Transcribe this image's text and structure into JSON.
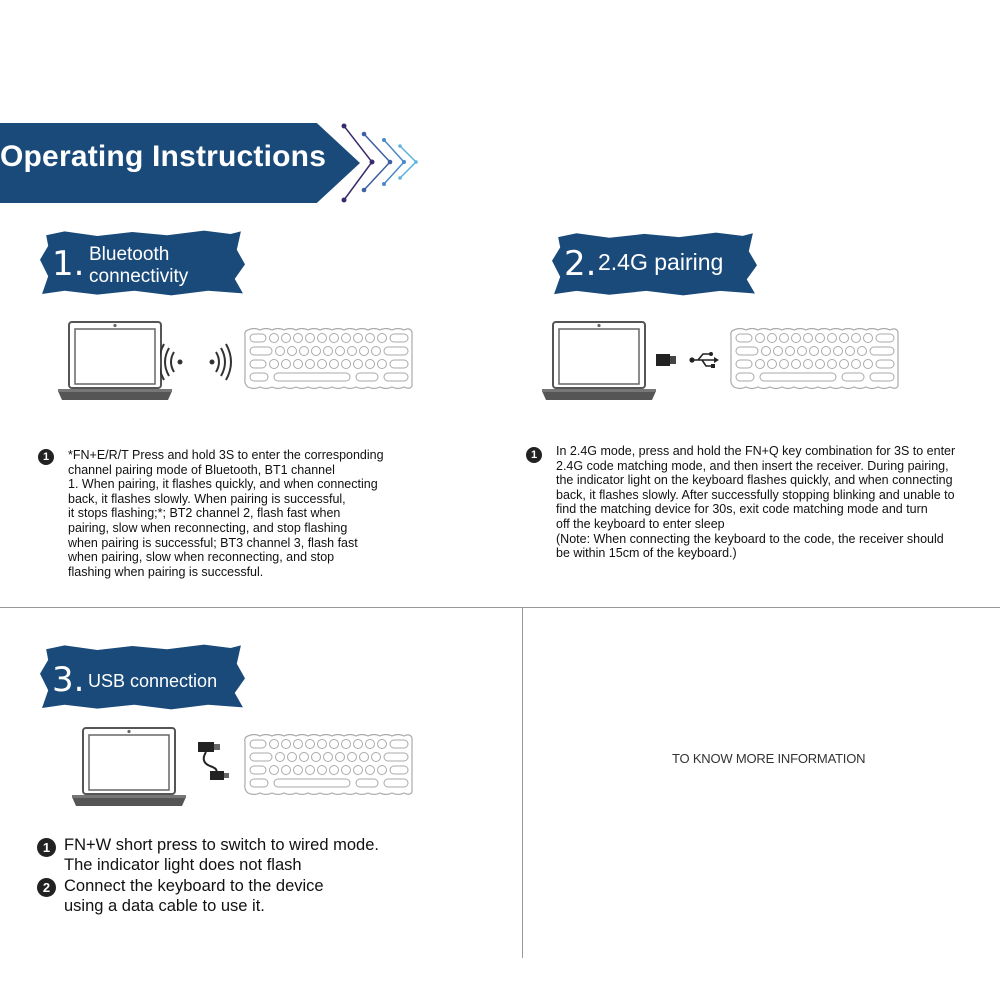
{
  "header": {
    "title": "Operating Instructions"
  },
  "sections": [
    {
      "number": "1.",
      "label_line1": "Bluetooth",
      "label_line2": "connectivity",
      "step_number": "1",
      "instructions": [
        "*FN+E/R/T Press and hold 3S to enter the corresponding",
        "channel pairing mode of Bluetooth, BT1 channel",
        "1. When pairing, it flashes quickly, and when connecting",
        "back, it flashes slowly. When pairing is successful,",
        "it stops flashing;*; BT2 channel 2, flash fast when",
        "pairing, slow when reconnecting, and stop flashing",
        "when pairing is successful; BT3 channel 3, flash fast",
        "when pairing, slow when reconnecting, and stop",
        "flashing when pairing is successful."
      ]
    },
    {
      "number": "2.",
      "label": "2.4G pairing",
      "step_number": "1",
      "instructions": [
        "In 2.4G mode, press and hold the FN+Q key combination for 3S to enter",
        "2.4G code matching mode, and then insert the receiver. During pairing,",
        "the indicator light on the keyboard flashes quickly, and when connecting",
        "back, it flashes slowly. After successfully stopping blinking and unable to",
        "find the matching device for 30s, exit code matching mode and turn",
        "off the keyboard to enter sleep",
        "(Note: When connecting the keyboard to the code, the receiver should",
        "be within 15cm of the keyboard.)"
      ]
    },
    {
      "number": "3.",
      "label": "USB connection",
      "steps": [
        {
          "number": "1",
          "line1": "FN+W short press to switch to wired mode.",
          "line2": "The indicator light does not flash"
        },
        {
          "number": "2",
          "line1": "Connect the keyboard to the device",
          "line2": "using a data cable to use it."
        }
      ]
    }
  ],
  "more_info": "TO KNOW MORE INFORMATION",
  "colors": {
    "brand": "#1a4a7a",
    "text": "#111111",
    "divider": "#999999"
  },
  "icons": [
    "laptop-icon",
    "bluetooth-signal-icon",
    "keyboard-icon",
    "usb-receiver-icon",
    "usb-symbol-icon",
    "usb-cable-icon",
    "arrow-chevrons-icon"
  ]
}
